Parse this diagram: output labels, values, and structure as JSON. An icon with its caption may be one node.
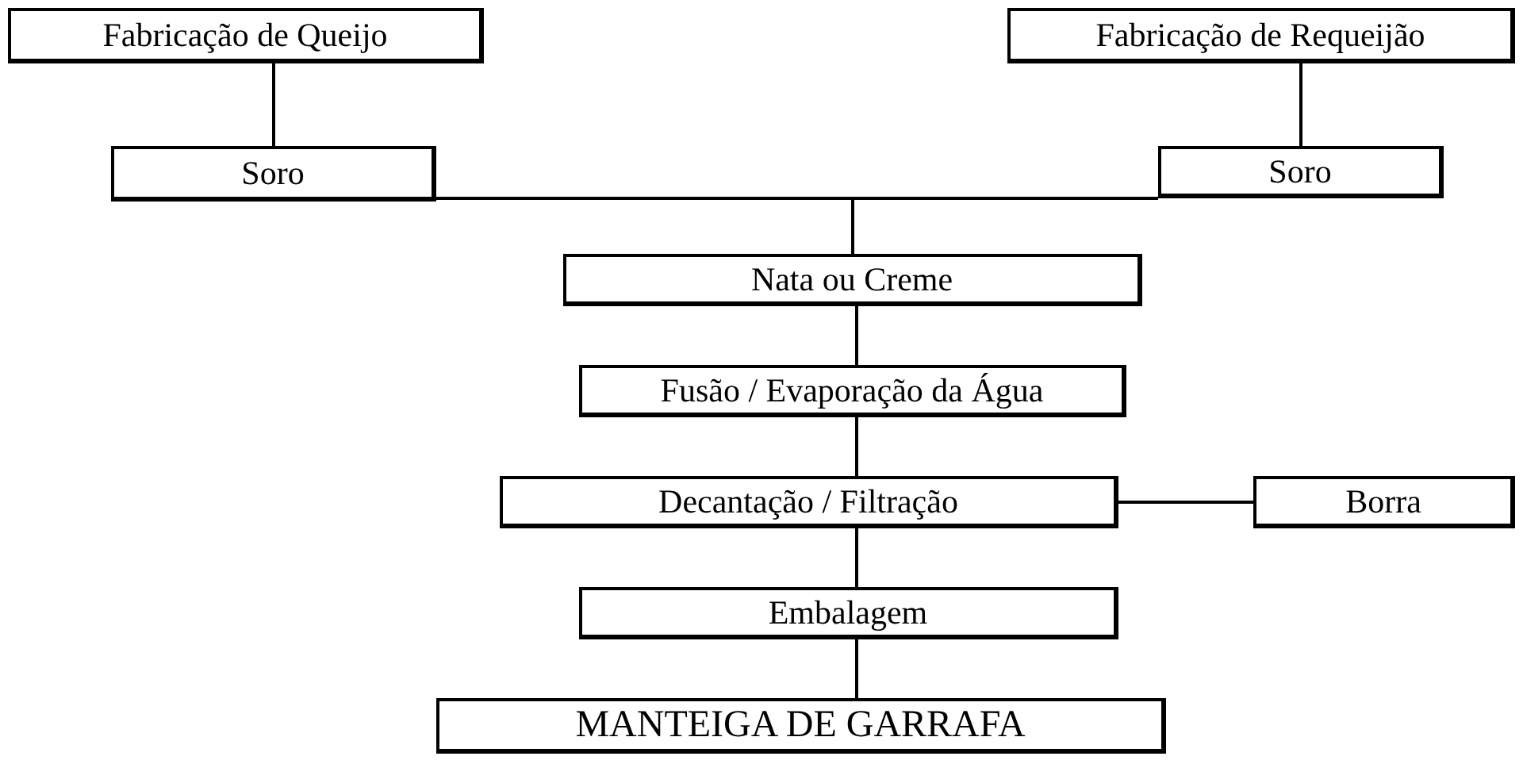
{
  "diagram": {
    "nodes": [
      {
        "text": [
          "Fabricação de Queijo"
        ]
      },
      {
        "text": [
          "Soro"
        ]
      },
      {
        "text": [
          "Fabricação de Requeijão"
        ]
      },
      {
        "text": [
          "Soro"
        ]
      },
      {
        "text": [
          "Nata ou Creme"
        ]
      },
      {
        "text": [
          "Fusão / Evaporação da Água"
        ]
      },
      {
        "text": [
          "Decantação / Filtração"
        ]
      },
      {
        "text": [
          "Borra"
        ]
      },
      {
        "text": [
          "Embalagem"
        ]
      },
      {
        "text": [
          "MANTEIGA DE GARRAFA"
        ]
      }
    ],
    "edges": [
      {
        "from": 0,
        "to": 1,
        "arrow": "none"
      },
      {
        "from": 2,
        "to": 3,
        "arrow": "none"
      },
      {
        "from": 1,
        "to": 4,
        "arrow": "none"
      },
      {
        "from": 3,
        "to": 4,
        "arrow": "none"
      },
      {
        "from": 4,
        "to": 5,
        "arrow": "none"
      },
      {
        "from": 5,
        "to": 6,
        "arrow": "none"
      },
      {
        "from": 6,
        "to": 7,
        "arrow": "none"
      },
      {
        "from": 6,
        "to": 8,
        "arrow": "none"
      },
      {
        "from": 8,
        "to": 9,
        "arrow": "none"
      }
    ]
  }
}
